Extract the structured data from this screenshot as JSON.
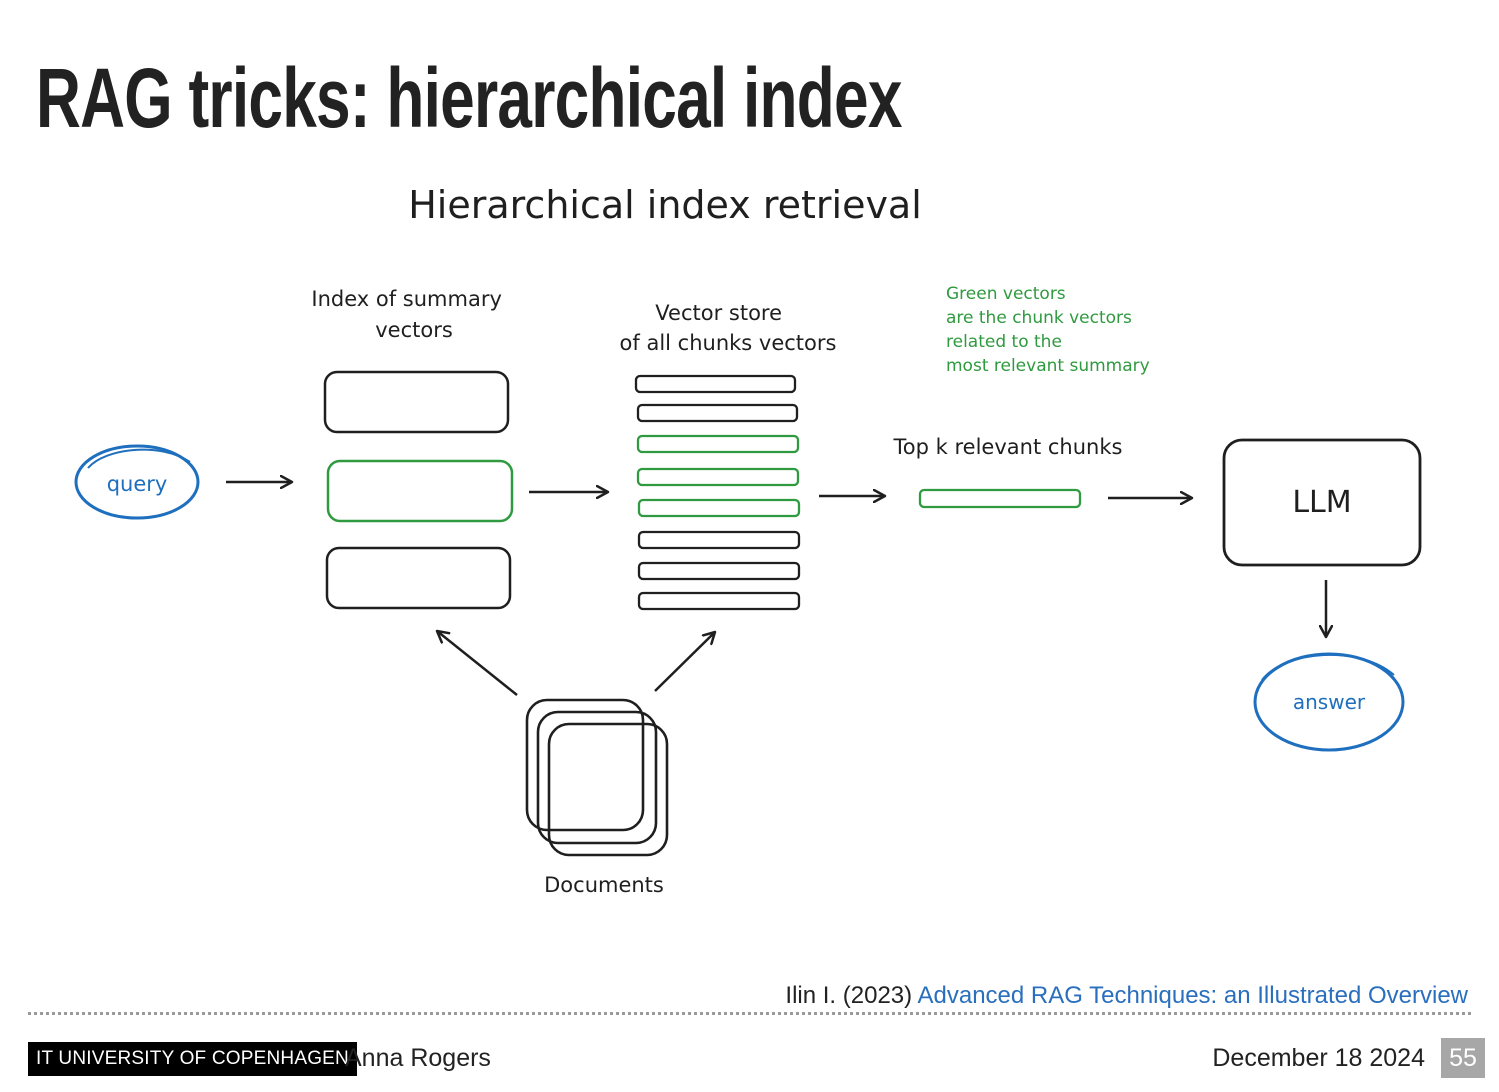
{
  "slide": {
    "title": "RAG tricks: hierarchical index"
  },
  "diagram": {
    "title": "Hierarchical index retrieval",
    "query_label": "query",
    "summary_index_label": [
      "Index of summary",
      "vectors"
    ],
    "vector_store_label": [
      "Vector store",
      "of all chunks vectors"
    ],
    "green_note": [
      "Green vectors",
      "are the chunk vectors",
      "related to the",
      "most relevant summary"
    ],
    "top_k_label": "Top k relevant chunks",
    "llm_label": "LLM",
    "answer_label": "answer",
    "documents_label": "Documents",
    "colors": {
      "ink": "#1f1f1f",
      "green": "#2f9a3f",
      "blue": "#1f6fbf"
    }
  },
  "citation": {
    "author": "Ilin I. (2023)",
    "link_text": "Advanced RAG Techniques: an Illustrated Overview"
  },
  "footer": {
    "institution": "IT UNIVERSITY OF COPENHAGEN",
    "author": "Anna Rogers",
    "date": "December 18 2024",
    "page": "55"
  }
}
